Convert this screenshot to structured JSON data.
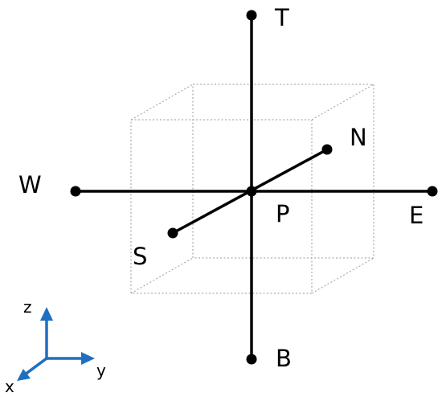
{
  "labels": {
    "top": "T",
    "bottom": "B",
    "west": "W",
    "east": "E",
    "north": "N",
    "south": "S",
    "center": "P"
  },
  "axes": {
    "x": "x",
    "y": "y",
    "z": "z"
  },
  "colors": {
    "axis_stroke": "#000000",
    "cube_stroke": "#9a9a9a",
    "coordinate_axes": "#1f6fc1"
  }
}
